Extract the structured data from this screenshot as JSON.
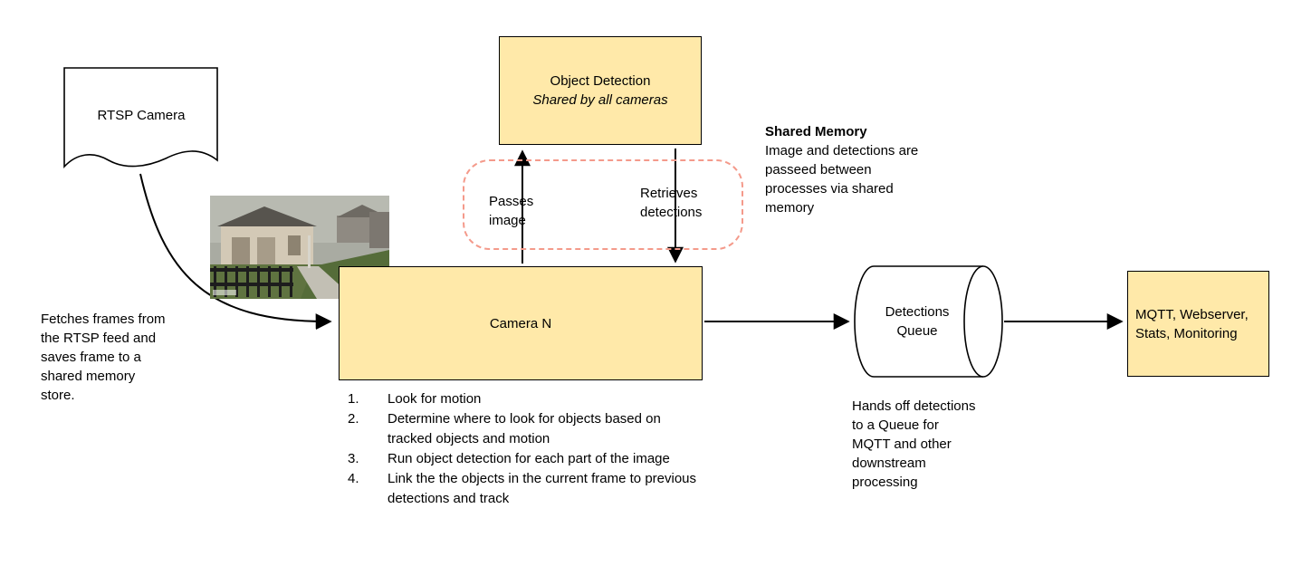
{
  "diagram": {
    "rtsp_camera": {
      "label": "RTSP Camera"
    },
    "fetch_text": "Fetches frames from\nthe RTSP feed and\nsaves frame to a\nshared memory\nstore.",
    "object_detection": {
      "title": "Object Detection",
      "subtitle": "Shared by all cameras"
    },
    "passes_image_label": "Passes\nimage",
    "retrieves_detections_label": "Retrieves\ndetections",
    "shared_memory": {
      "title": "Shared Memory",
      "body": "Image and detections are\npasseed between\nprocesses via shared\nmemory"
    },
    "camera_n": {
      "label": "Camera N",
      "steps": [
        "Look for motion",
        "Determine where to look for objects based on tracked objects and motion",
        "Run object detection for each part of the image",
        "Link the the objects in the current frame to previous detections and track"
      ]
    },
    "detections_queue": {
      "label": "Detections\nQueue",
      "caption": "Hands off detections\nto a Queue for\nMQTT and other\ndownstream\nprocessing"
    },
    "outputs": {
      "label": "MQTT, Webserver,\nStats, Monitoring"
    },
    "colors": {
      "box_fill": "#ffe9a9",
      "box_border": "#000000",
      "dashed_border": "#f49a8b"
    }
  }
}
